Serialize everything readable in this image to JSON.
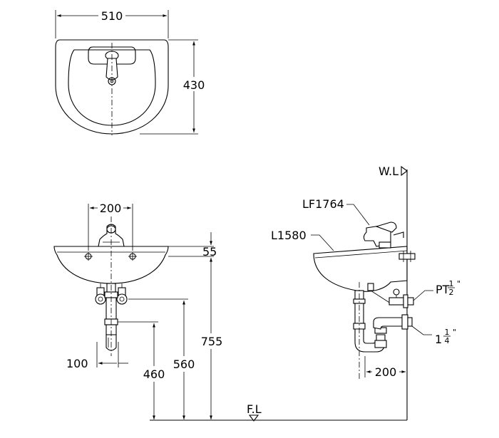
{
  "top_view": {
    "dims": {
      "width": "510",
      "depth": "430"
    }
  },
  "front_view": {
    "dims": {
      "tap_spacing": "200",
      "rim_to_tap": "55",
      "rim_height": "755",
      "supply_height": "560",
      "trap_height": "460",
      "trap_offset": "100"
    }
  },
  "side_view": {
    "labels": {
      "wall": "W.L",
      "floor": "F.L",
      "faucet_model": "LF1764",
      "basin_model": "L1580",
      "supply_prefix": "PT",
      "supply_num": "1",
      "supply_den": "2",
      "supply_mark": "\"",
      "waste_whole": "1",
      "waste_num": "1",
      "waste_den": "4",
      "waste_mark": "\""
    },
    "dims": {
      "wall_offset": "200"
    }
  }
}
